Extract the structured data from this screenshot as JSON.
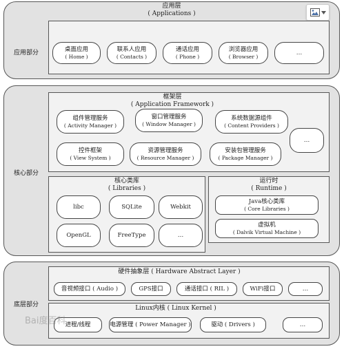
{
  "app_layer": {
    "side_label": "应用部分",
    "title_cn": "应用层",
    "title_en": "( Applications )",
    "apps": [
      {
        "cn": "桌面应用",
        "en": "( Home )"
      },
      {
        "cn": "联系人应用",
        "en": "( Contacts )"
      },
      {
        "cn": "通话应用",
        "en": "( Phone )"
      },
      {
        "cn": "浏览器应用",
        "en": "( Browser )"
      },
      {
        "cn": "…",
        "en": ""
      }
    ]
  },
  "core": {
    "side_label": "核心部分",
    "framework": {
      "title_cn": "框架层",
      "title_en": "( Application Framework )",
      "row1": [
        {
          "cn": "组件管理服务",
          "en": "( Activity Manager )"
        },
        {
          "cn": "窗口管理服务",
          "en": "( Window Manager )"
        },
        {
          "cn": "系统数据源组件",
          "en": "( Content Providers )"
        }
      ],
      "row2": [
        {
          "cn": "控件框架",
          "en": "( View System )"
        },
        {
          "cn": "资源管理服务",
          "en": "( Resource Manager )"
        },
        {
          "cn": "安装包管理服务",
          "en": "( Package Manager )"
        }
      ],
      "more": "…"
    },
    "libraries": {
      "title_cn": "核心类库",
      "title_en": "( Libraries )",
      "items": [
        "libc",
        "SQLite",
        "Webkit",
        "OpenGL",
        "FreeType",
        "…"
      ]
    },
    "runtime": {
      "title_cn": "运行时",
      "title_en": "( Runtime )",
      "items": [
        {
          "cn": "Java核心类库",
          "en": "( Core Libraries )"
        },
        {
          "cn": "虚拟机",
          "en": "( Dalvik Virtual Machine )"
        }
      ]
    }
  },
  "bottom": {
    "side_label": "底层部分",
    "hal": {
      "title": "硬件抽象层 ( Hardware Abstract Layer )",
      "items": [
        "音视频接口 ( Audio )",
        "GPS接口",
        "通话接口 ( RIL )",
        "WiFi接口",
        "…"
      ]
    },
    "kernel": {
      "title": "Linux内核 ( Linux Kernel )",
      "items": [
        "进程/线程",
        "电源管理 ( Power Manager )",
        "驱动 ( Drivers )",
        "…"
      ]
    }
  },
  "watermark": "Bai度百科"
}
